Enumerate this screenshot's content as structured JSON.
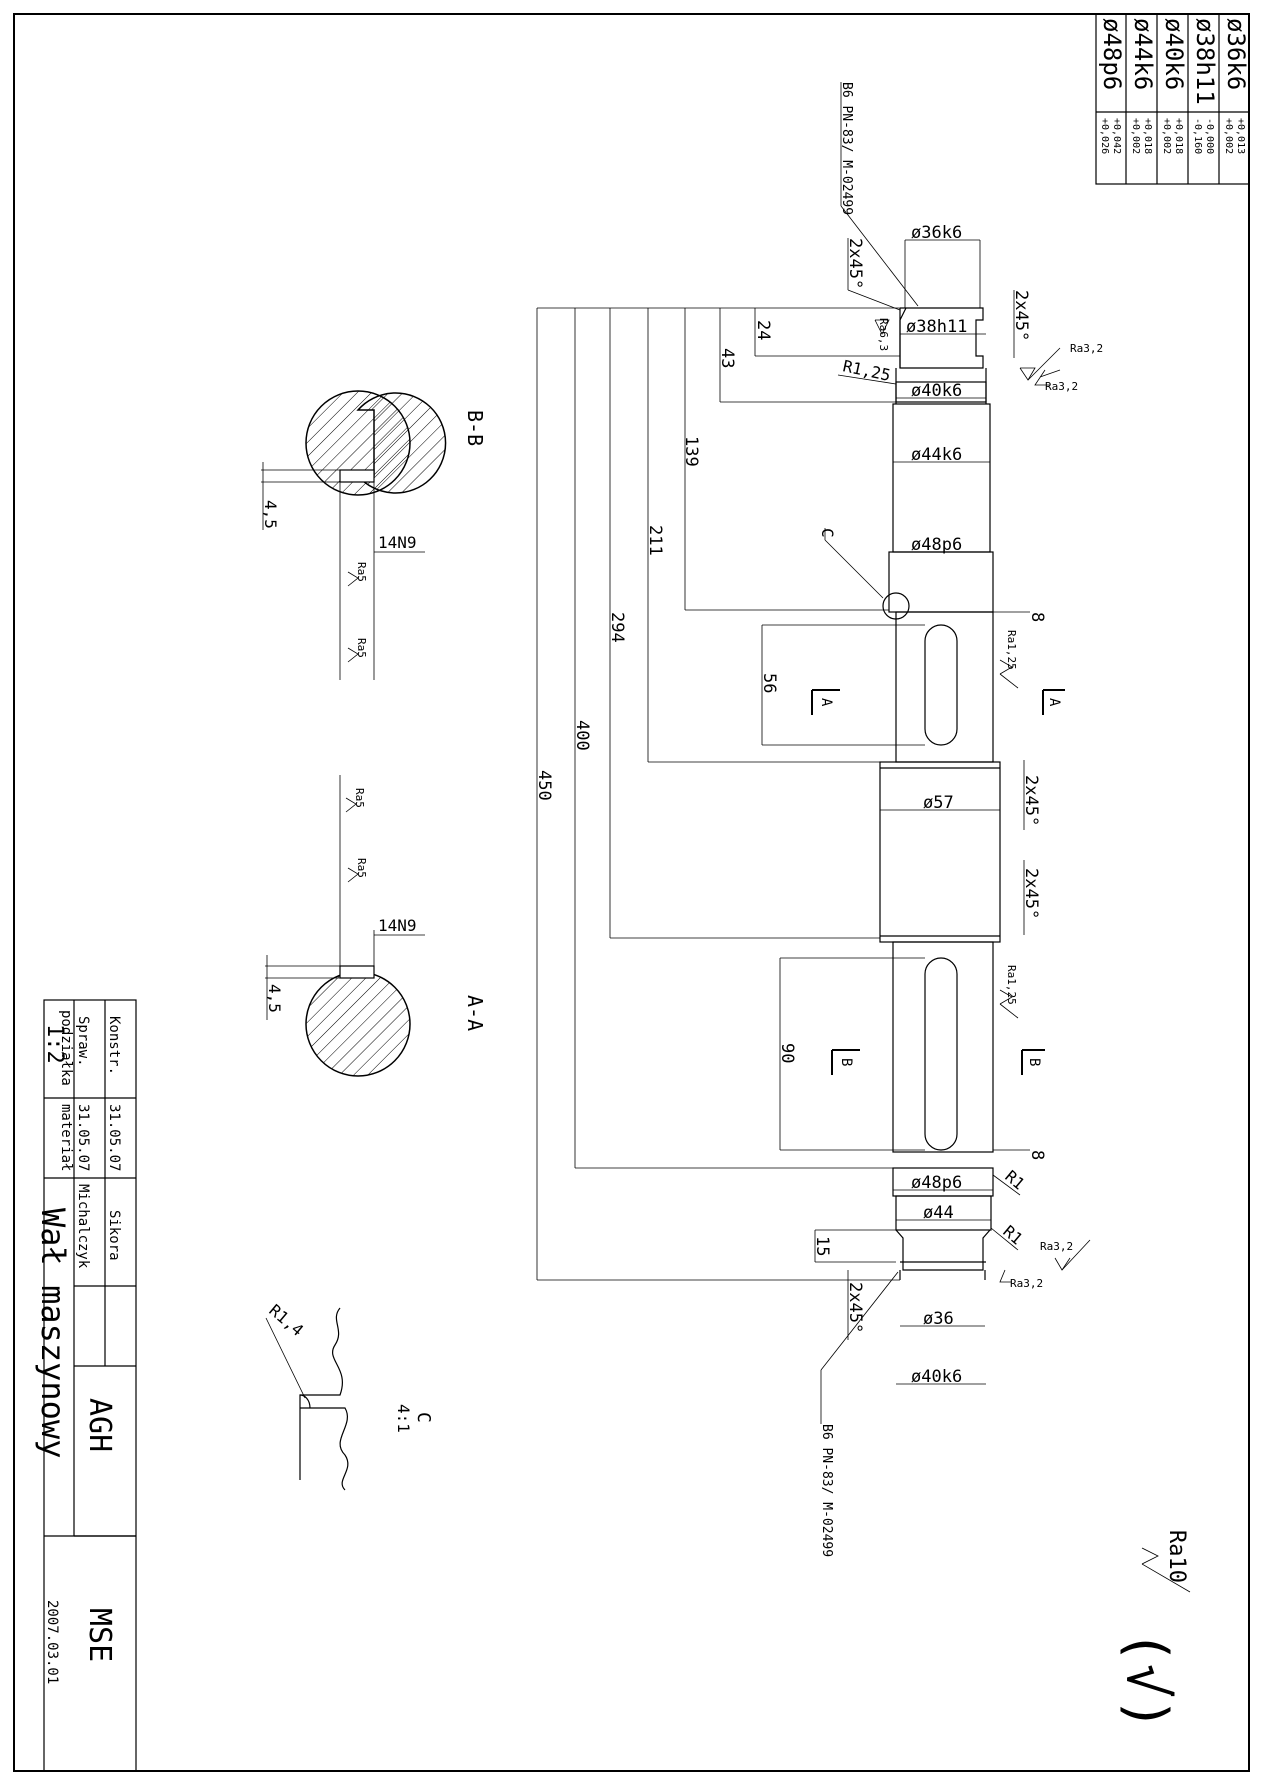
{
  "tolerance_table": [
    {
      "dim": "ø36k6",
      "upper": "+0,013",
      "lower": "+0,002"
    },
    {
      "dim": "ø38h11",
      "upper": "-0,000",
      "lower": "-0,160"
    },
    {
      "dim": "ø40k6",
      "upper": "+0,018",
      "lower": "+0,002"
    },
    {
      "dim": "ø44k6",
      "upper": "+0,018",
      "lower": "+0,002"
    },
    {
      "dim": "ø48p6",
      "upper": "+0,042",
      "lower": "+0,026"
    }
  ],
  "diameters": {
    "d36k6_top": "ø36k6",
    "d38h11": "ø38h11",
    "d40k6_top": "ø40k6",
    "d44k6": "ø44k6",
    "d48p6_top": "ø48p6",
    "d57": "ø57",
    "d48p6_bottom": "ø48p6",
    "d44": "ø44",
    "d36": "ø36",
    "d40k6_bottom": "ø40k6"
  },
  "lengths": {
    "l24": "24",
    "l43": "43",
    "l139": "139",
    "l211": "211",
    "l294": "294",
    "l400": "400",
    "l450": "450",
    "l56": "56",
    "l90": "90",
    "l15": "15",
    "l8a": "8",
    "l8b": "8"
  },
  "chamfers": {
    "c1": "2x45°",
    "c2": "2x45°",
    "c3": "2x45°",
    "c4": "2x45°",
    "c5": "2x45°"
  },
  "radii": {
    "r125": "R1,25",
    "r1a": "R1",
    "r1b": "R1",
    "r14": "R1,4"
  },
  "roughness": {
    "ra63": "Ra6,3",
    "ra32a": "Ra3,2",
    "ra32b": "Ra3,2",
    "ra32c": "Ra3,2",
    "ra32d": "Ra3,2",
    "ra125a": "Ra1,25",
    "ra125b": "Ra1,25",
    "ra5a": "Ra5",
    "ra5b": "Ra5",
    "ra5c": "Ra5",
    "ra5d": "Ra5",
    "ra10": "Ra10",
    "general_mark": "(√)"
  },
  "notes": {
    "center_hole_top": "B6 PN-83/ M-02499",
    "center_hole_bottom": "B6 PN-83/ M-02499",
    "detail_c": "C",
    "detail_c_label": "C",
    "detail_c_scale": "4:1",
    "section_a_label": "A",
    "section_a_label_2": "A",
    "section_b_label": "B",
    "section_b_label_2": "B",
    "section_aa": "A-A",
    "section_bb": "B-B",
    "key_a": "14N9",
    "key_b": "14N9",
    "depth_a": "4,5",
    "depth_b": "4,5"
  },
  "title_block": {
    "konstr_label": "Konstr.",
    "konstr_date": "31.05.07",
    "konstr_name": "Sikora",
    "spraw_label": "Spraw.",
    "spraw_date": "31.05.07",
    "spraw_name": "Michalczyk",
    "scale_label": "podziałka",
    "scale_value": "1:2",
    "material_label": "materiał",
    "title": "Wał maszynowy",
    "org": "AGH",
    "dept": "MSE",
    "date": "2007.03.01"
  }
}
